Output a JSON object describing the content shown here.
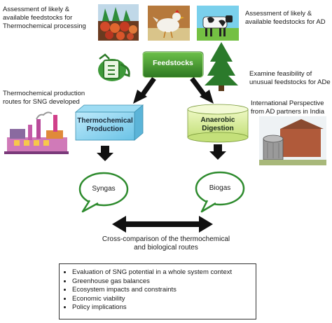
{
  "notes": {
    "thermo_assess": [
      "Assessment of likely &",
      "available feedstocks for",
      "Thermochemical processing"
    ],
    "ad_assess": [
      "Assessment of likely &",
      "available feedstocks for AD"
    ],
    "unusual": [
      "Examine feasibility of",
      "unusual feedstocks for ADe"
    ],
    "thermo_routes": [
      "Thermochemical production",
      "routes for SNG developed"
    ],
    "india": [
      "International Perspective",
      "from AD partners in India"
    ]
  },
  "feedstocks_label": "Feedstocks",
  "thermo_box": [
    "Thermochemical",
    "Production"
  ],
  "anaerobic_box": [
    "Anaerobic",
    "Digestion"
  ],
  "syngas": "Syngas",
  "biogas": "Biogas",
  "comparison": [
    "Cross-comparison of the thermochemical",
    "and biological routes"
  ],
  "evaluation_items": [
    "Evaluation of SNG potential in a whole system context",
    "Greenhouse gas balances",
    "Ecosystem impacts and constraints",
    "Economic viability",
    "Policy implications"
  ],
  "colors": {
    "feedstocks_green": "#3e8e2c",
    "thermo_box_blue": "#8fd3ef",
    "anaerobic_green": "#d6ec9a",
    "bubble_outline": "#2e8b2e",
    "arrow": "#111111"
  }
}
